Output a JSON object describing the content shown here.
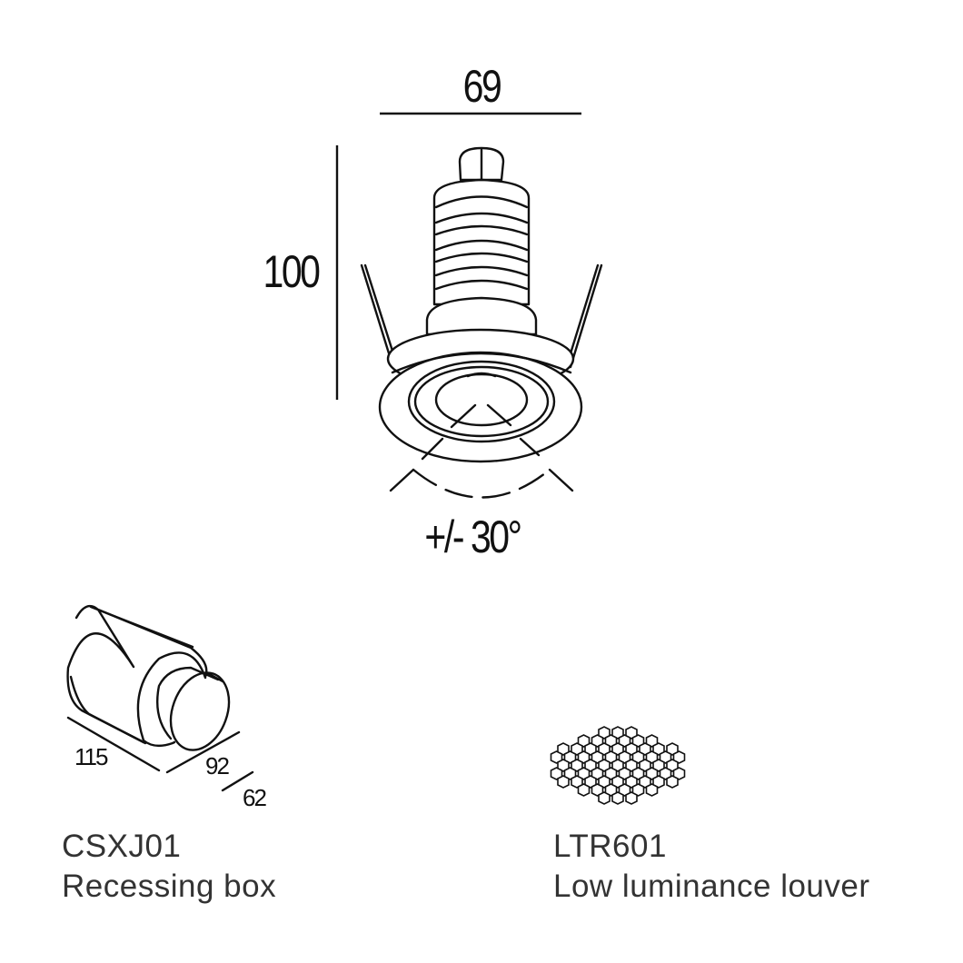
{
  "fixture": {
    "width_dimension": "69",
    "height_dimension": "100",
    "beam_angle": "+/- 30°"
  },
  "accessories": [
    {
      "code": "CSXJ01",
      "name": "Recessing box",
      "dimensions": [
        "115",
        "92",
        "62"
      ]
    },
    {
      "code": "LTR601",
      "name": "Low luminance louver"
    }
  ]
}
